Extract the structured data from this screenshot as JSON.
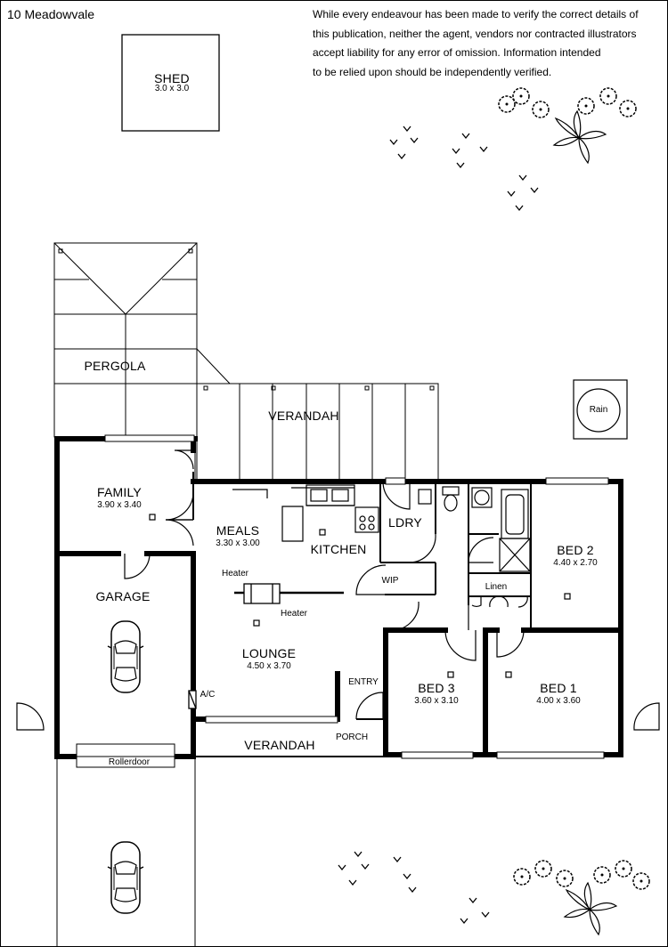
{
  "title": "10 Meadowvale",
  "disclaimer": [
    "While every endeavour has been made to verify the correct details of",
    "this publication, neither the agent, vendors nor contracted illustrators",
    "accept liability for any error of omission. Information intended",
    "to be relied upon should be independently verified."
  ],
  "rooms": {
    "shed": {
      "name": "SHED",
      "size": "3.0 x 3.0"
    },
    "pergola": {
      "name": "PERGOLA"
    },
    "verandah_rear": {
      "name": "VERANDAH"
    },
    "family": {
      "name": "FAMILY",
      "size": "3.90 x 3.40"
    },
    "meals": {
      "name": "MEALS",
      "size": "3.30 x 3.00"
    },
    "kitchen": {
      "name": "KITCHEN"
    },
    "ldry": {
      "name": "LDRY"
    },
    "wip": {
      "name": "WIP"
    },
    "bed2": {
      "name": "BED 2",
      "size": "4.40 x 2.70"
    },
    "linen": {
      "name": "Linen"
    },
    "garage": {
      "name": "GARAGE"
    },
    "lounge": {
      "name": "LOUNGE",
      "size": "4.50 x 3.70"
    },
    "entry": {
      "name": "ENTRY"
    },
    "bed3": {
      "name": "BED 3",
      "size": "3.60 x 3.10"
    },
    "bed1": {
      "name": "BED 1",
      "size": "4.00 x 3.60"
    },
    "verandah_front": {
      "name": "VERANDAH"
    },
    "porch": {
      "name": "PORCH"
    }
  },
  "labels": {
    "heater1": "Heater",
    "heater2": "Heater",
    "ac": "A/C",
    "rain": "Rain",
    "rollerdoor": "Rollerdoor"
  }
}
